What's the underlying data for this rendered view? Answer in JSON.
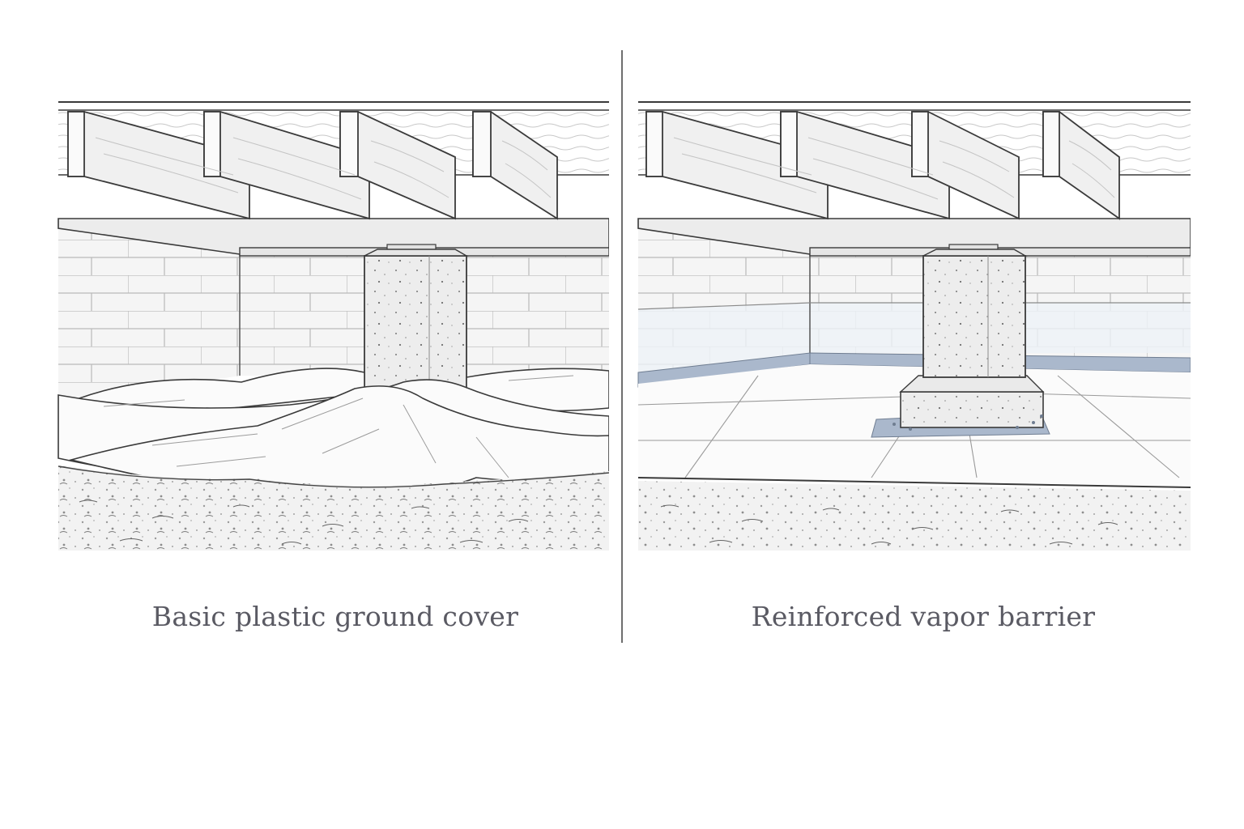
{
  "captions": {
    "left": "Basic plastic ground cover",
    "right": "Reinforced vapor barrier"
  },
  "colors": {
    "line": "#3a3a3a",
    "wood": "#efefef",
    "wall": "#f6f6f6",
    "barrier_tape": "#aab8cc",
    "caption": "#5a5a63"
  },
  "icons": {
    "left": "crawlspace-plastic-sheet-illustration",
    "right": "crawlspace-vapor-barrier-illustration"
  }
}
